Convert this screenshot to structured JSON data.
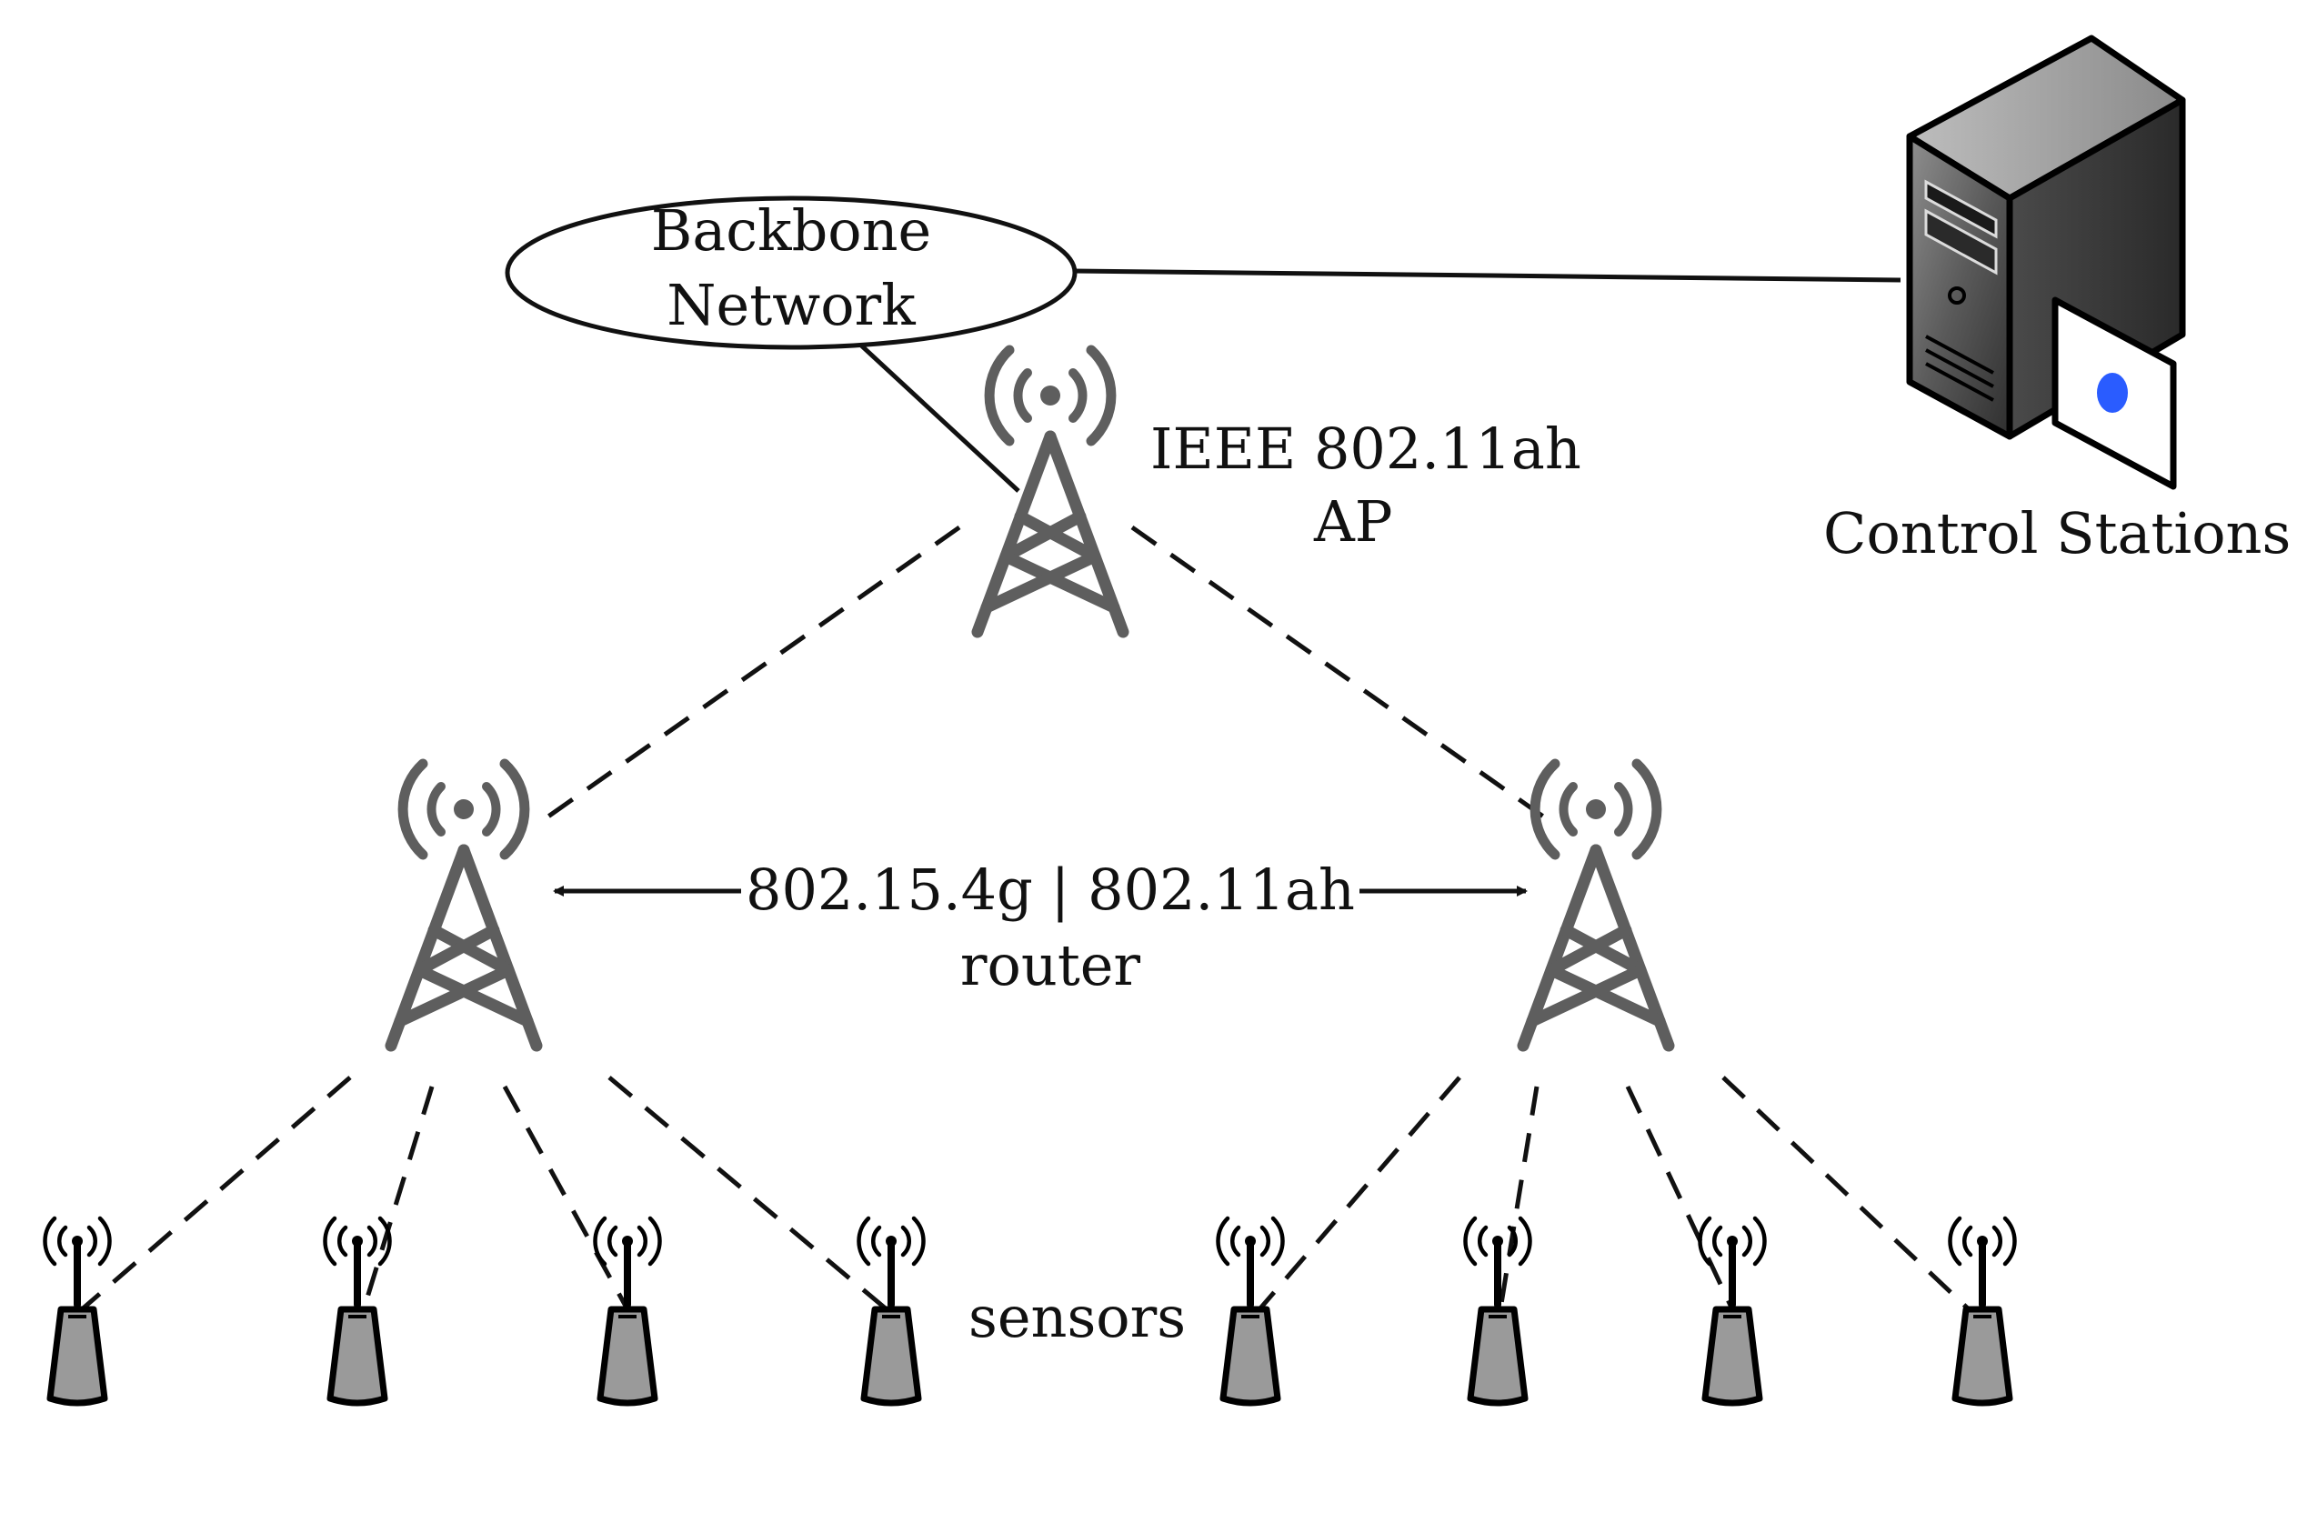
{
  "labels": {
    "backbone_line1": "Backbone",
    "backbone_line2": "Network",
    "ap_line1": "IEEE  802.11ah",
    "ap_line2": "AP",
    "control": "Control Stations",
    "router_line1": "802.15.4g  |  802.11ah",
    "router_line2": "router",
    "sensors": "sensors"
  },
  "colors": {
    "tower": "#5e5e5e",
    "sensor_fill": "#9a9a9a",
    "server_accent": "#2a5cff",
    "line": "#111111"
  },
  "icons": {
    "access_point": "radio-tower-icon",
    "router": "radio-tower-icon",
    "sensor": "sensor-antenna-icon",
    "control_station": "server-icon"
  },
  "nodes": {
    "sensor_count_left": 4,
    "sensor_count_right": 4
  }
}
